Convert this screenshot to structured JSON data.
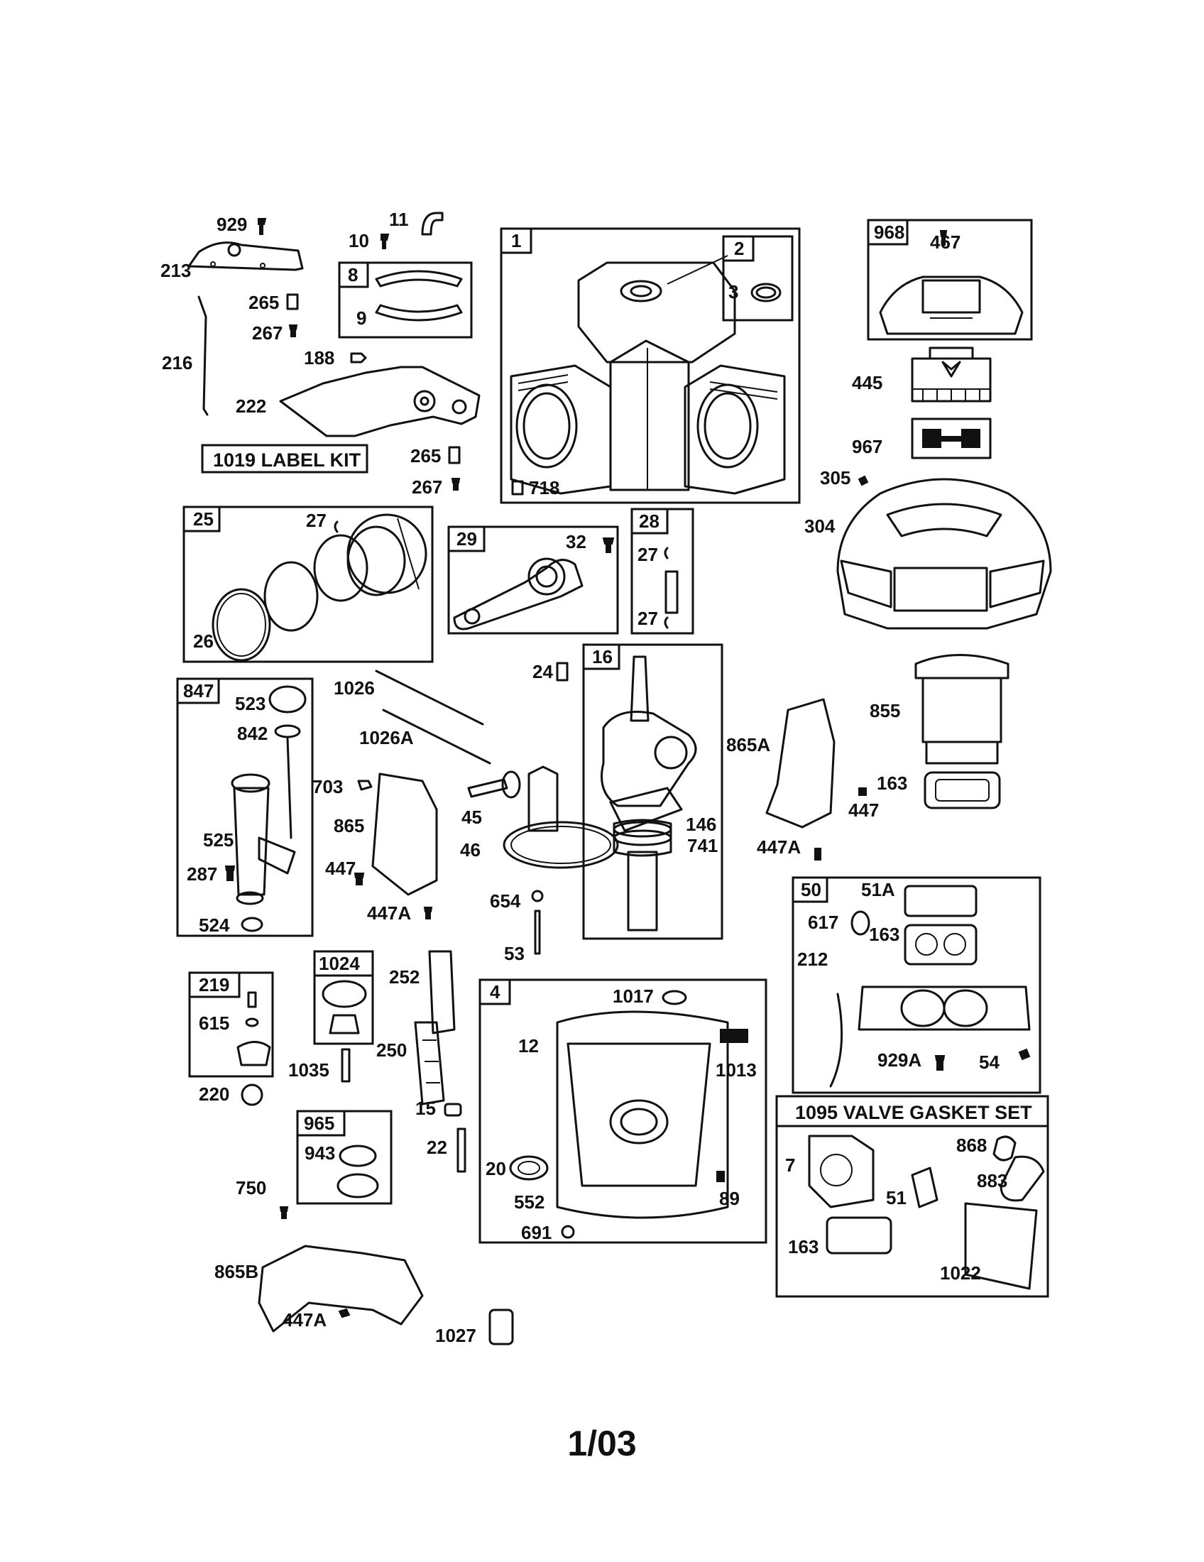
{
  "title_boxes": {
    "label_kit": "1019 LABEL KIT",
    "valve_gasket_set": "1095 VALVE GASKET SET"
  },
  "group_boxes": {
    "b1": "1",
    "b2": "2",
    "b8": "8",
    "b968": "968",
    "b25": "25",
    "b29": "29",
    "b28": "28",
    "b16": "16",
    "b847": "847",
    "b50": "50",
    "b219": "219",
    "b1024": "1024",
    "b4": "4",
    "b965": "965"
  },
  "labels": {
    "p929": "929",
    "p11": "11",
    "p10": "10",
    "p213": "213",
    "p265a": "265",
    "p267a": "267",
    "p188": "188",
    "p216": "216",
    "p222": "222",
    "p265b": "265",
    "p267b": "267",
    "p3": "3",
    "p718": "718",
    "p9": "9",
    "p467": "467",
    "p445": "445",
    "p967": "967",
    "p305": "305",
    "p304": "304",
    "p27a": "27",
    "p26": "26",
    "p32": "32",
    "p27b": "27",
    "p27c": "27",
    "p24": "24",
    "p1026": "1026",
    "p1026a": "1026A",
    "p523": "523",
    "p842": "842",
    "p525": "525",
    "p287": "287",
    "p524": "524",
    "p703": "703",
    "p865": "865",
    "p447a": "447",
    "p447aa": "447A",
    "p45": "45",
    "p46": "46",
    "p654": "654",
    "p53": "53",
    "p146": "146",
    "p741": "741",
    "p865a": "865A",
    "p447b": "447",
    "p447ab": "447A",
    "p855": "855",
    "p163a": "163",
    "p51a": "51A",
    "p617": "617",
    "p163b": "163",
    "p212": "212",
    "p929a": "929A",
    "p54": "54",
    "p615": "615",
    "p220": "220",
    "p252": "252",
    "p1035": "1035",
    "p250": "250",
    "p1017": "1017",
    "p12": "12",
    "p1013": "1013",
    "p15": "15",
    "p22": "22",
    "p20": "20",
    "p552": "552",
    "p89": "89",
    "p691": "691",
    "p943": "943",
    "p750": "750",
    "p865b": "865B",
    "p447ac": "447A",
    "p1027": "1027",
    "p7": "7",
    "p868": "868",
    "p883": "883",
    "p51": "51",
    "p163c": "163",
    "p1022": "1022"
  },
  "footer": "1/03"
}
